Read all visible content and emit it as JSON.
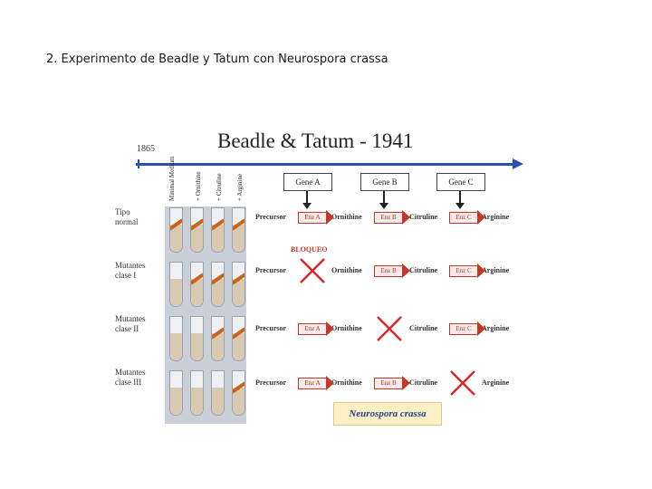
{
  "slide": {
    "title": "2. Experimento de Beadle y Tatum  con Neurospora crassa"
  },
  "figure": {
    "title": "Beadle & Tatum - 1941",
    "year": "1865",
    "media": [
      "Minimal Medium",
      "+ Ornithine",
      "+ Citruline",
      "+ Arginine"
    ],
    "genes": [
      "Gene A",
      "Gene B",
      "Gene C"
    ],
    "block_label": "BLOQUEO",
    "organism": "Neurospora crassa",
    "enzymes": [
      "Enz A",
      "Enz B",
      "Enz C"
    ],
    "molecules": [
      "Precursor",
      "Ornithine",
      "Citruline",
      "Arginine"
    ],
    "rows": [
      {
        "label": "Tipo\nnormal",
        "growth": [
          true,
          true,
          true,
          true
        ],
        "blocked_step": null
      },
      {
        "label": "Mutantes\nclase I",
        "growth": [
          false,
          true,
          true,
          true
        ],
        "blocked_step": 0
      },
      {
        "label": "Mutantes\nclase II",
        "growth": [
          false,
          false,
          true,
          true
        ],
        "blocked_step": 1
      },
      {
        "label": "Mutantes\nclase III",
        "growth": [
          false,
          false,
          false,
          true
        ],
        "blocked_step": 2
      }
    ],
    "colors": {
      "timeline": "#2b4fb0",
      "enzyme_arrow": "#c0392b",
      "block_cross": "#d62828",
      "growth": "#c8641a"
    }
  }
}
